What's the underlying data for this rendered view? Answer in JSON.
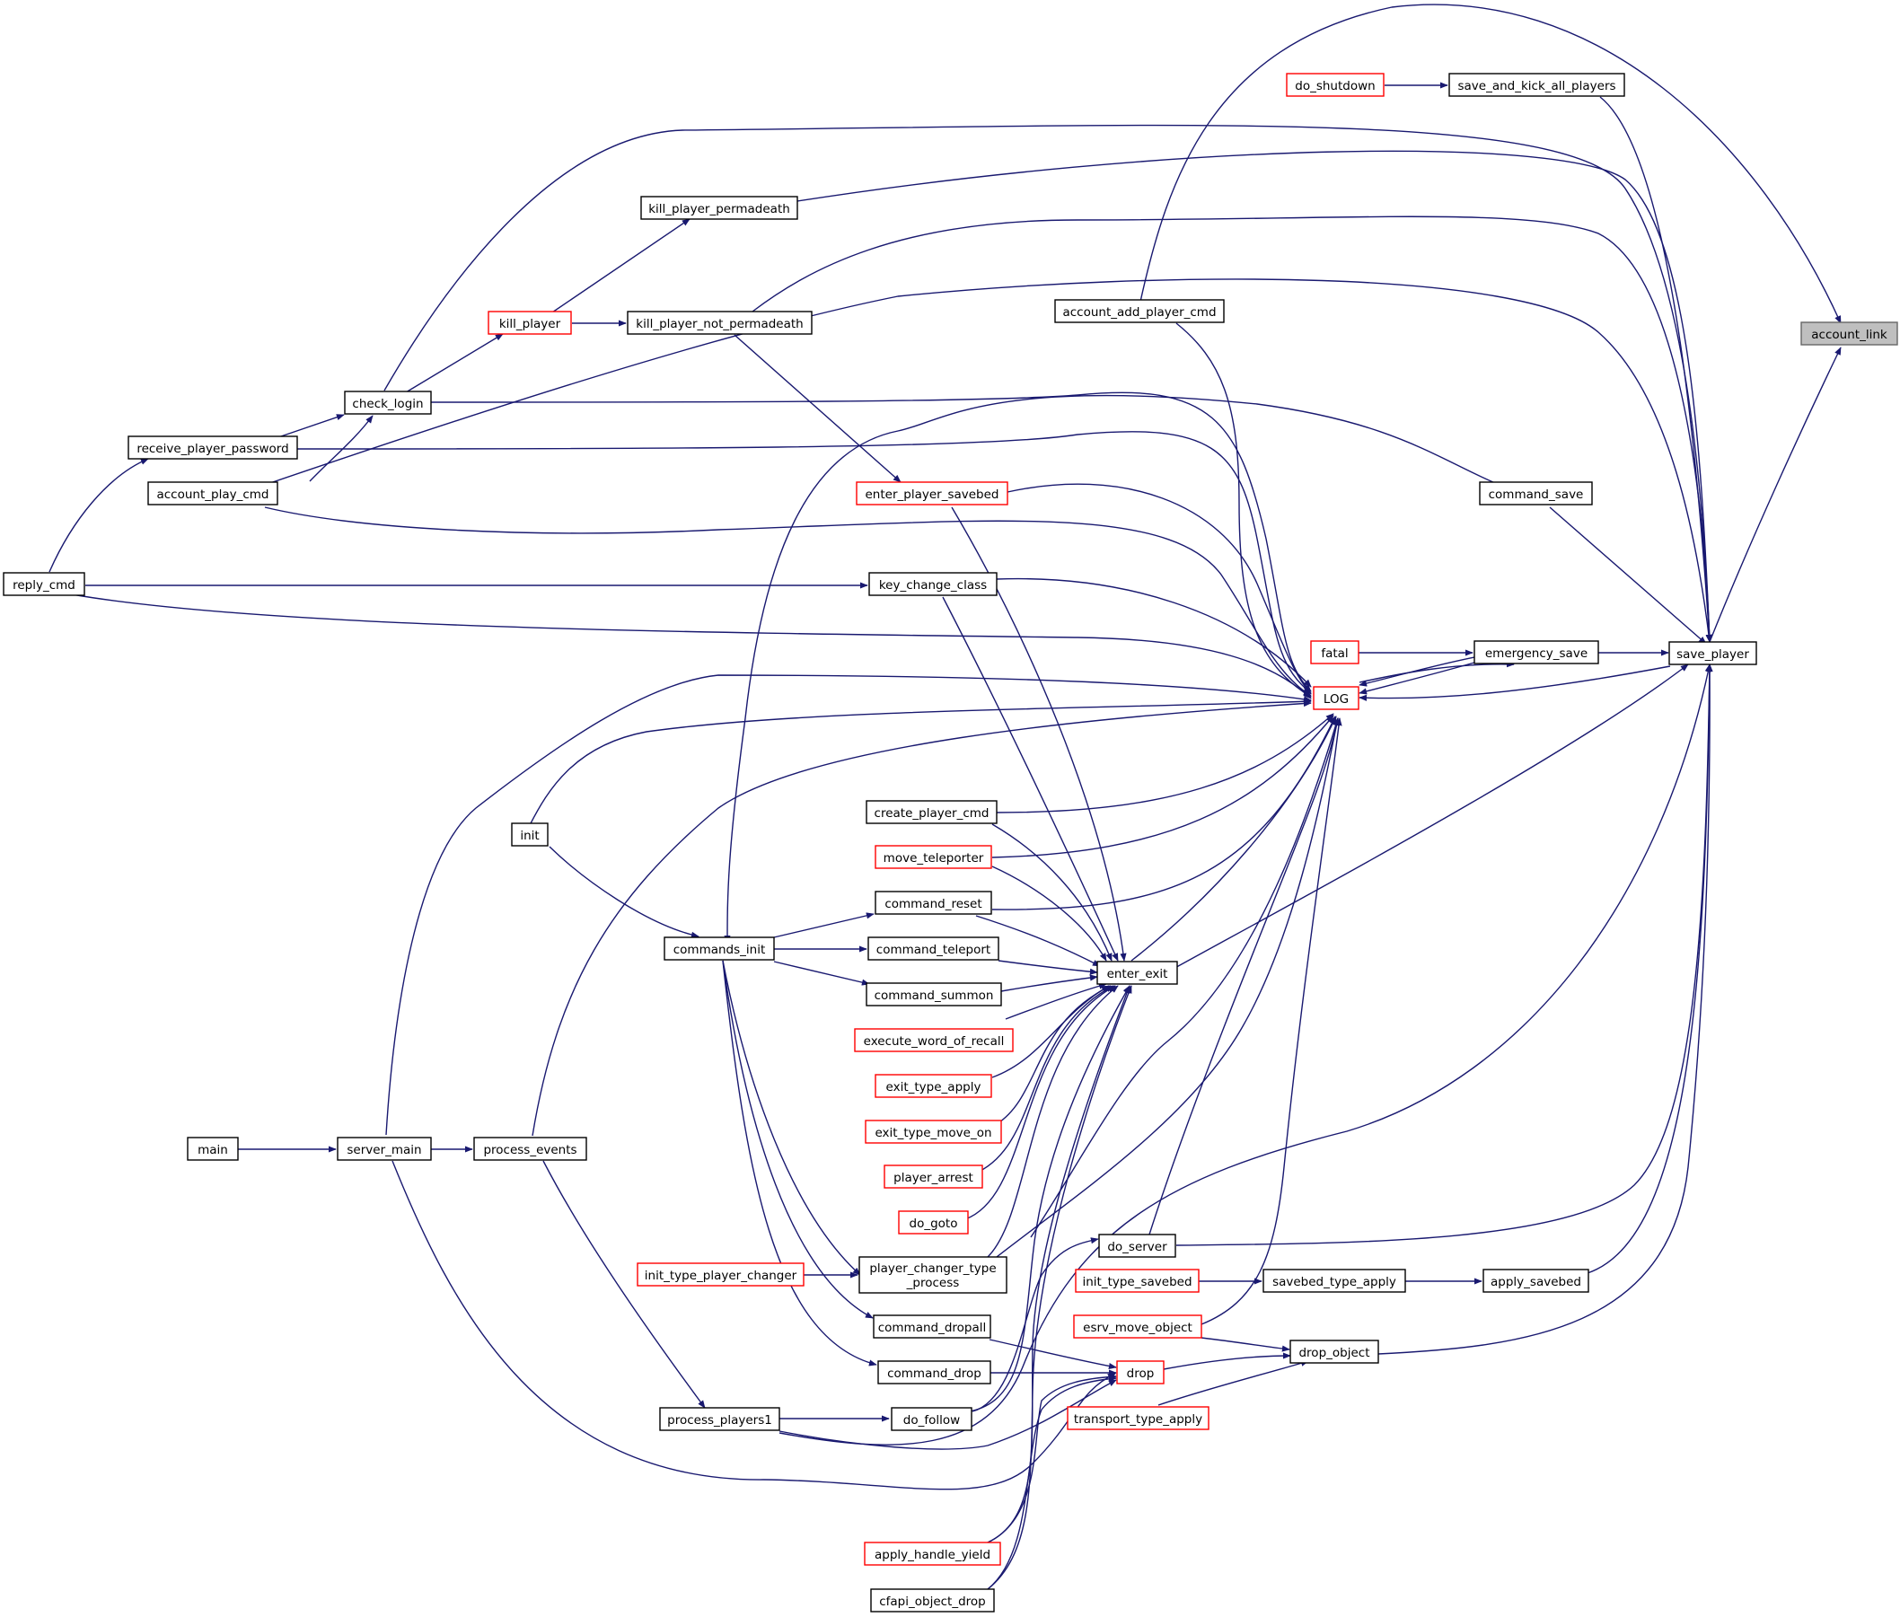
{
  "nodes": {
    "account_link": "account_link",
    "save_player": "save_player",
    "save_and_kick_all_players": "save_and_kick_all_players",
    "do_shutdown": "do_shutdown",
    "kill_player_permadeath": "kill_player_permadeath",
    "account_add_player_cmd": "account_add_player_cmd",
    "kill_player": "kill_player",
    "kill_player_not_permadeath": "kill_player_not_permadeath",
    "check_login": "check_login",
    "receive_player_password": "receive_player_password",
    "account_play_cmd": "account_play_cmd",
    "enter_player_savebed": "enter_player_savebed",
    "command_save": "command_save",
    "reply_cmd": "reply_cmd",
    "key_change_class": "key_change_class",
    "fatal": "fatal",
    "emergency_save": "emergency_save",
    "LOG": "LOG",
    "init": "init",
    "create_player_cmd": "create_player_cmd",
    "move_teleporter": "move_teleporter",
    "command_reset": "command_reset",
    "commands_init": "commands_init",
    "command_teleport": "command_teleport",
    "enter_exit": "enter_exit",
    "command_summon": "command_summon",
    "execute_word_of_recall": "execute_word_of_recall",
    "exit_type_apply": "exit_type_apply",
    "exit_type_move_on": "exit_type_move_on",
    "main": "main",
    "server_main": "server_main",
    "process_events": "process_events",
    "player_arrest": "player_arrest",
    "do_goto": "do_goto",
    "do_server": "do_server",
    "init_type_player_changer": "init_type_player_changer",
    "player_changer_type_process_1": "player_changer_type",
    "player_changer_type_process_2": "_process",
    "init_type_savebed": "init_type_savebed",
    "savebed_type_apply": "savebed_type_apply",
    "apply_savebed": "apply_savebed",
    "command_dropall": "command_dropall",
    "esrv_move_object": "esrv_move_object",
    "drop_object": "drop_object",
    "command_drop": "command_drop",
    "drop": "drop",
    "process_players1": "process_players1",
    "do_follow": "do_follow",
    "transport_type_apply": "transport_type_apply",
    "apply_handle_yield": "apply_handle_yield",
    "cfapi_object_drop": "cfapi_object_drop"
  }
}
